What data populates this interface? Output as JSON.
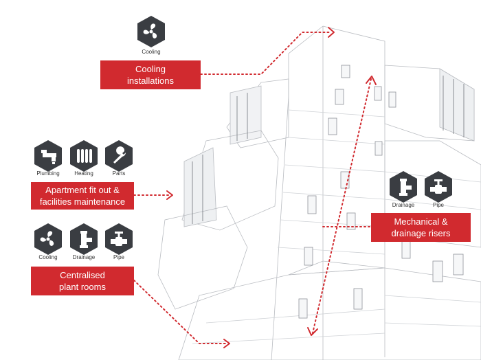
{
  "colors": {
    "accent": "#d12a2f",
    "icon": "#3a3d42",
    "line": "#9a9ea4"
  },
  "cooling_group": {
    "icon_label": "Cooling",
    "title_line1": "Cooling",
    "title_line2": "installations"
  },
  "apartment_group": {
    "icons": [
      {
        "name": "plumbing-icon",
        "label": "Plumbing"
      },
      {
        "name": "heating-icon",
        "label": "Heating"
      },
      {
        "name": "parts-icon",
        "label": "Parts"
      }
    ],
    "title_line1": "Apartment fit out &",
    "title_line2": "facilities maintenance"
  },
  "plant_group": {
    "icons": [
      {
        "name": "cooling-icon",
        "label": "Cooling"
      },
      {
        "name": "drainage-icon",
        "label": "Drainage"
      },
      {
        "name": "pipe-icon",
        "label": "Pipe"
      }
    ],
    "title_line1": "Centralised",
    "title_line2": "plant rooms"
  },
  "risers_group": {
    "icons": [
      {
        "name": "drainage-icon",
        "label": "Drainage"
      },
      {
        "name": "pipe-icon",
        "label": "Pipe"
      }
    ],
    "title_line1": "Mechanical &",
    "title_line2": "drainage risers"
  }
}
